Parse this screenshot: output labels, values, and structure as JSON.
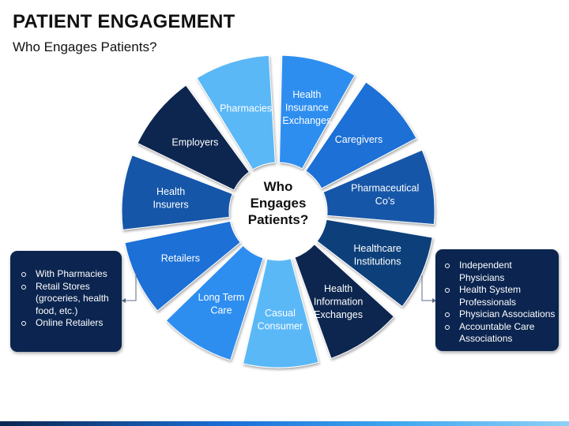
{
  "header": {
    "title": "PATIENT ENGAGEMENT",
    "subtitle": "Who Engages Patients?"
  },
  "wheel": {
    "center": [
      "Who",
      "Engages",
      "Patients?"
    ],
    "segments": [
      {
        "lines": [
          "Health",
          "Insurance",
          "Exchanges"
        ],
        "color": "#2e8ef0"
      },
      {
        "lines": [
          "Caregivers"
        ],
        "color": "#1a6fd6"
      },
      {
        "lines": [
          "Pharmaceutical",
          "Co’s"
        ],
        "color": "#1656a8"
      },
      {
        "lines": [
          "Healthcare",
          "Institutions"
        ],
        "color": "#103f7a"
      },
      {
        "lines": [
          "Health",
          "Information",
          "Exchanges"
        ],
        "color": "#0b2550"
      },
      {
        "lines": [
          "Casual",
          "Consumer"
        ],
        "color": "#5ab8f7"
      },
      {
        "lines": [
          "Long Term",
          "Care"
        ],
        "color": "#2e8ef0"
      },
      {
        "lines": [
          "Retailers"
        ],
        "color": "#1a6fd6"
      },
      {
        "lines": [
          "Health",
          "Insurers"
        ],
        "color": "#1656a8"
      },
      {
        "lines": [
          "Employers"
        ],
        "color": "#0b2550"
      },
      {
        "lines": [
          "Pharmacies"
        ],
        "color": "#5ab8f7"
      }
    ]
  },
  "callouts": {
    "left": [
      "With Pharmacies",
      "Retail Stores (groceries, health food, etc.)",
      "Online Retailers"
    ],
    "right": [
      "Independent Physicians",
      "Health System Professionals",
      "Physician Associations",
      "Accountable Care Associations"
    ]
  },
  "colors": {
    "callout_bg": "#0b2550",
    "connector": "#5b6d8a"
  }
}
